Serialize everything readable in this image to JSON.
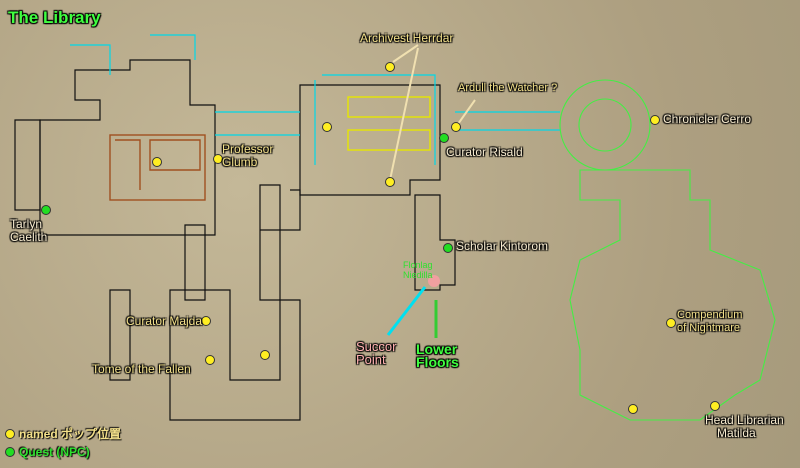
{
  "title": "The Library",
  "npcs": {
    "archivest": "Archivest Herrdar",
    "ardull": "Ardull the Watcher ?",
    "cerro": "Chronicler Cerro",
    "risald": "Curator Risald",
    "glumb1": "Professor",
    "glumb2": "Glumb",
    "tarlyn1": "Tarlyn",
    "tarlyn2": "Caelith",
    "kintorom": "Scholar Kintorom",
    "majda": "Curator Majda",
    "tome": "Tome  of the Fallen",
    "compendium1": "Compendium",
    "compendium2": "of Nightmare",
    "matilda1": "Head Librarian",
    "matilda2": "Matilda",
    "tiny1": "Flonlag",
    "tiny2": "Niedilla"
  },
  "markers": {
    "succor1": "Succor",
    "succor2": "Point",
    "lower1": "Lower",
    "lower2": "Floors"
  },
  "legend": {
    "named": "named ポップ位置",
    "quest": "Quest (NPC)"
  },
  "colors": {
    "named": "#ffee22",
    "quest": "#22dd22",
    "wall": "#111111",
    "door": "#00d8e8",
    "zone": "#44ee44"
  }
}
